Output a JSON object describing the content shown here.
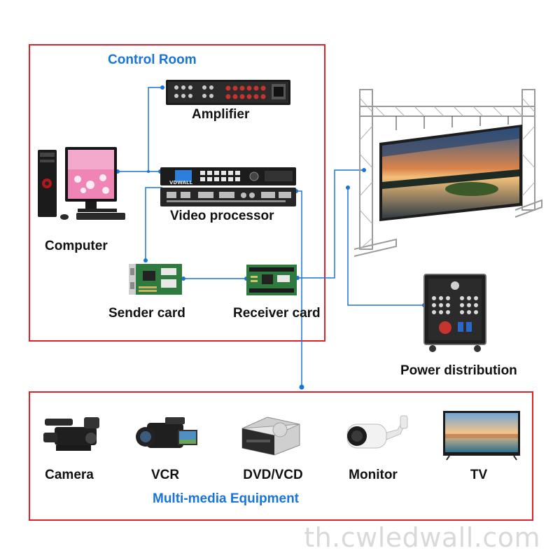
{
  "sections": {
    "control_room": "Control Room",
    "multimedia": "Multi-media Equipment"
  },
  "devices": {
    "amplifier": "Amplifier",
    "video_processor": "Video processor",
    "computer": "Computer",
    "sender_card": "Sender card",
    "receiver_card": "Receiver card",
    "power_distribution": "Power distribution",
    "processor_brand": "VDWALL"
  },
  "media_equipment": [
    "Camera",
    "VCR",
    "DVD/VCD",
    "Monitor",
    "TV"
  ],
  "watermark": "th.cwledwall.com",
  "colors": {
    "frame": "#e0202a",
    "wire": "#1a73d9",
    "heading": "#1a73d9"
  }
}
